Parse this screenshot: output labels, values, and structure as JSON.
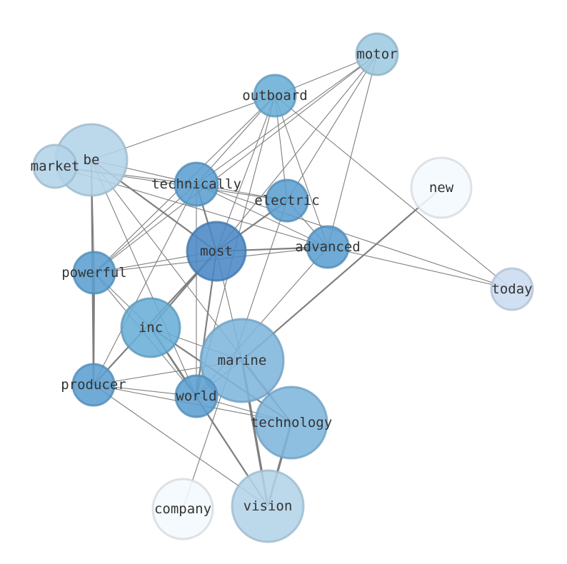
{
  "graph": {
    "nodes": [
      {
        "id": "motor",
        "label": "motor",
        "color": "#9ecae1"
      },
      {
        "id": "outboard",
        "label": "outboard",
        "color": "#6aaed6"
      },
      {
        "id": "be",
        "label": "be",
        "color": "#b3d3e8"
      },
      {
        "id": "market",
        "label": "market",
        "color": "#b3d3e8"
      },
      {
        "id": "technically",
        "label": "technically",
        "color": "#5b9fd0"
      },
      {
        "id": "electric",
        "label": "electric",
        "color": "#5b9fd0"
      },
      {
        "id": "new",
        "label": "new",
        "color": "#f4f9fe"
      },
      {
        "id": "most",
        "label": "most",
        "color": "#4a88c5"
      },
      {
        "id": "advanced",
        "label": "advanced",
        "color": "#5b9fd0"
      },
      {
        "id": "powerful",
        "label": "powerful",
        "color": "#5b9fd0"
      },
      {
        "id": "today",
        "label": "today",
        "color": "#c9dcf0"
      },
      {
        "id": "inc",
        "label": "inc",
        "color": "#6aaed6"
      },
      {
        "id": "marine",
        "label": "marine",
        "color": "#7fb6dc"
      },
      {
        "id": "producer",
        "label": "producer",
        "color": "#5b9fd0"
      },
      {
        "id": "world",
        "label": "world",
        "color": "#5b9fd0"
      },
      {
        "id": "technology",
        "label": "technology",
        "color": "#7fb6dc"
      },
      {
        "id": "company",
        "label": "company",
        "color": "#f4f9fe"
      },
      {
        "id": "vision",
        "label": "vision",
        "color": "#b3d3e8"
      }
    ],
    "edges": [
      [
        "motor",
        "outboard",
        1
      ],
      [
        "motor",
        "technically",
        1
      ],
      [
        "motor",
        "most",
        1
      ],
      [
        "motor",
        "electric",
        1
      ],
      [
        "motor",
        "advanced",
        1
      ],
      [
        "motor",
        "powerful",
        1
      ],
      [
        "outboard",
        "be",
        1
      ],
      [
        "outboard",
        "technically",
        1
      ],
      [
        "outboard",
        "electric",
        1
      ],
      [
        "outboard",
        "advanced",
        1
      ],
      [
        "outboard",
        "powerful",
        1
      ],
      [
        "outboard",
        "most",
        1
      ],
      [
        "outboard",
        "today",
        1
      ],
      [
        "outboard",
        "world",
        1
      ],
      [
        "be",
        "technically",
        1
      ],
      [
        "be",
        "most",
        2
      ],
      [
        "be",
        "powerful",
        1
      ],
      [
        "be",
        "producer",
        2
      ],
      [
        "be",
        "world",
        1
      ],
      [
        "be",
        "technology",
        1
      ],
      [
        "market",
        "technically",
        1
      ],
      [
        "market",
        "electric",
        1
      ],
      [
        "market",
        "advanced",
        1
      ],
      [
        "technically",
        "electric",
        1
      ],
      [
        "technically",
        "advanced",
        1
      ],
      [
        "technically",
        "today",
        1
      ],
      [
        "technically",
        "most",
        2
      ],
      [
        "technically",
        "powerful",
        1
      ],
      [
        "technically",
        "producer",
        1
      ],
      [
        "technically",
        "world",
        1
      ],
      [
        "electric",
        "most",
        2
      ],
      [
        "electric",
        "advanced",
        1
      ],
      [
        "electric",
        "company",
        1
      ],
      [
        "most",
        "advanced",
        2
      ],
      [
        "most",
        "powerful",
        1
      ],
      [
        "most",
        "producer",
        2
      ],
      [
        "most",
        "world",
        2
      ],
      [
        "most",
        "inc",
        2
      ],
      [
        "most",
        "marine",
        1
      ],
      [
        "advanced",
        "powerful",
        1
      ],
      [
        "advanced",
        "today",
        1
      ],
      [
        "advanced",
        "world",
        1
      ],
      [
        "powerful",
        "producer",
        2
      ],
      [
        "powerful",
        "world",
        1
      ],
      [
        "powerful",
        "inc",
        1
      ],
      [
        "new",
        "marine",
        2
      ],
      [
        "inc",
        "world",
        2
      ],
      [
        "inc",
        "technology",
        2
      ],
      [
        "inc",
        "vision",
        2
      ],
      [
        "inc",
        "marine",
        1
      ],
      [
        "marine",
        "producer",
        1
      ],
      [
        "marine",
        "technology",
        2
      ],
      [
        "marine",
        "vision",
        3
      ],
      [
        "marine",
        "world",
        1
      ],
      [
        "producer",
        "world",
        1
      ],
      [
        "producer",
        "technology",
        1
      ],
      [
        "producer",
        "vision",
        1
      ],
      [
        "world",
        "technology",
        1
      ],
      [
        "world",
        "vision",
        1
      ],
      [
        "technology",
        "vision",
        3
      ]
    ]
  }
}
